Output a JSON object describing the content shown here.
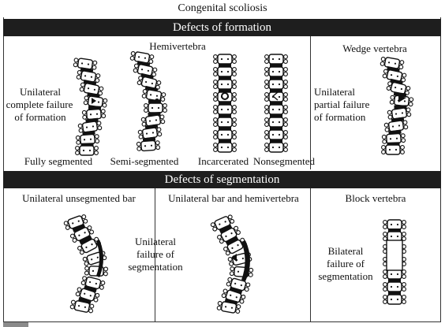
{
  "title": "Congenital scoliosis",
  "formation": {
    "header": "Defects of formation",
    "hemivertebra": {
      "heading": "Hemivertebra",
      "side_label": [
        "Unilateral",
        "complete failure",
        "of formation"
      ],
      "types": [
        "Fully segmented",
        "Semi-segmented",
        "Incarcerated",
        "Nonsegmented"
      ]
    },
    "wedge": {
      "heading": "Wedge vertebra",
      "side_label": [
        "Unilateral",
        "partial failure",
        "of formation"
      ]
    }
  },
  "segmentation": {
    "header": "Defects of segmentation",
    "unsegmented_bar": {
      "heading": "Unilateral unsegmented bar"
    },
    "center_label": [
      "Unilateral",
      "failure of",
      "segmentation"
    ],
    "bar_hemi": {
      "heading": "Unilateral bar and hemivertebra"
    },
    "block": {
      "heading": "Block vertebra",
      "side_label": [
        "Bilateral",
        "failure of",
        "segmentation"
      ]
    }
  },
  "colors": {
    "band": "#1e1e1e",
    "ink": "#111111",
    "background": "#ffffff"
  }
}
